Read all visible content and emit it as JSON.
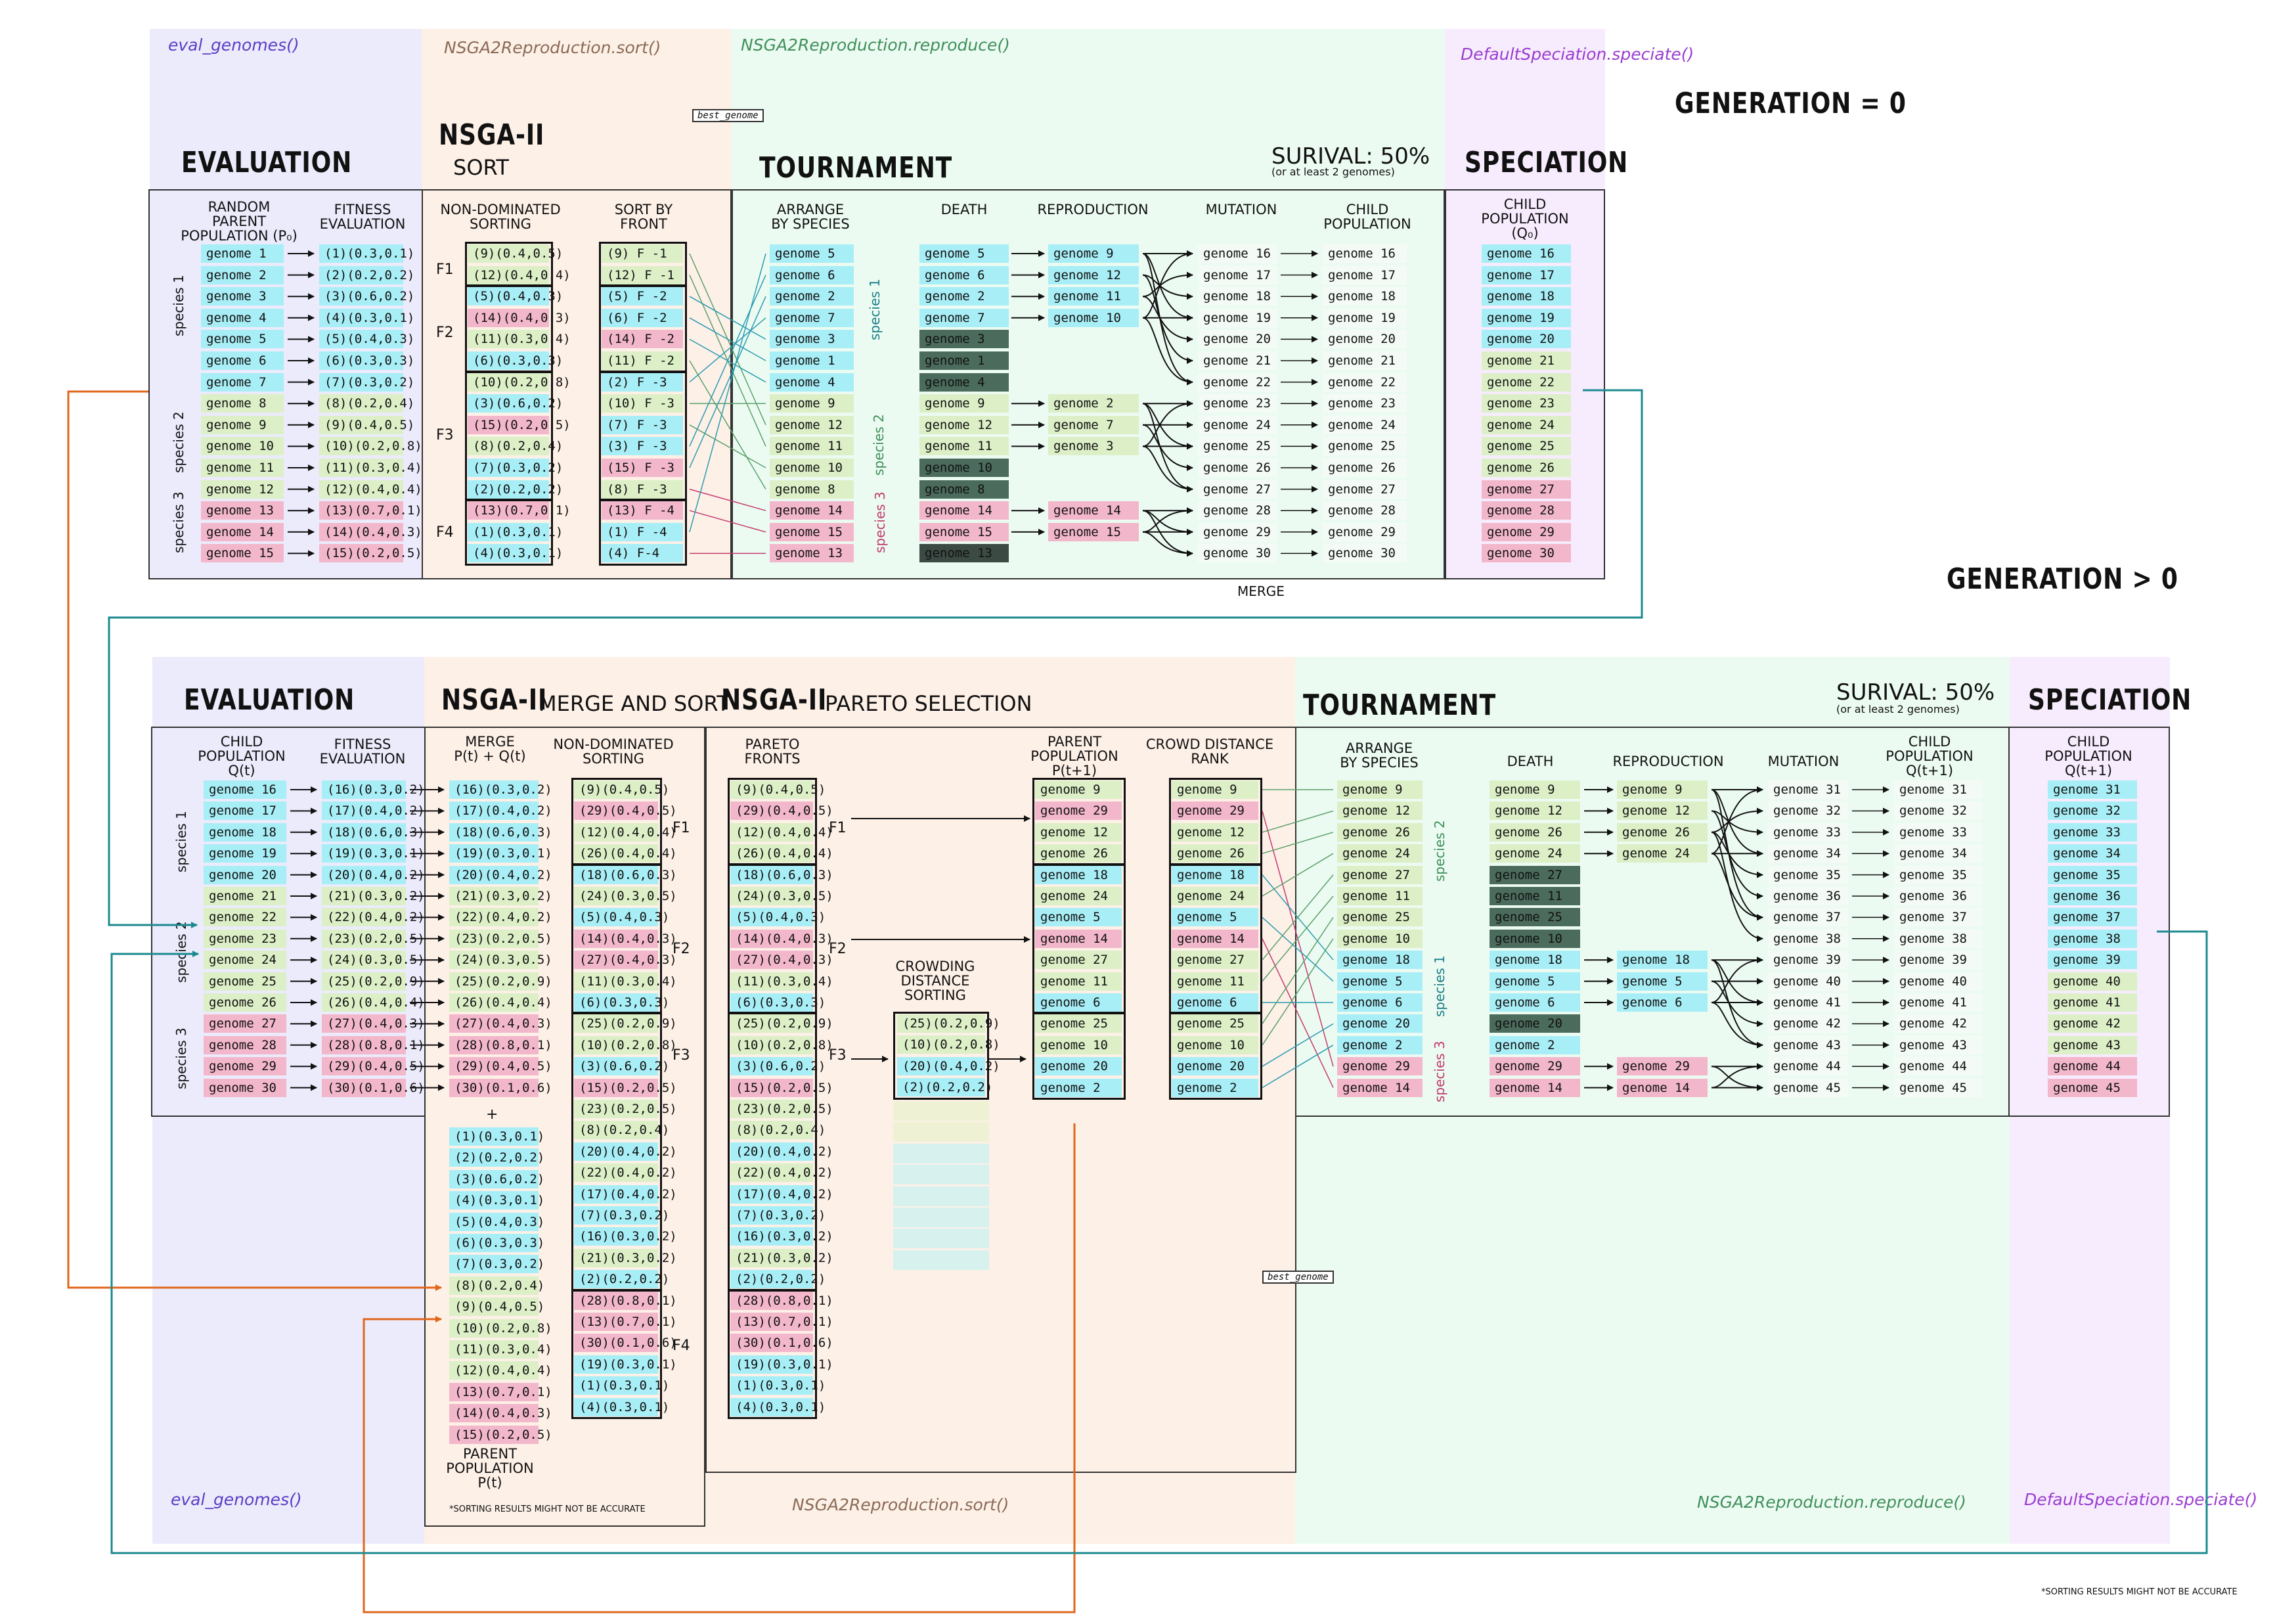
{
  "labels": {
    "gen0": "GENERATION = 0",
    "gen1": "GENERATION > 0",
    "note": "*SORTING RESULTS MIGHT NOT BE ACCURATE",
    "note2": "*SORTING RESULTS MIGHT NOT BE ACCURATE",
    "best_genome": "best_genome",
    "merge": "MERGE",
    "plus": "+",
    "nsga": "NSGA-II",
    "merge_sort": "MERGE AND SORT",
    "pareto_selection": "PARETO SELECTION"
  },
  "top": {
    "fn": [
      "eval_genomes()",
      "NSGA2Reproduction.sort()",
      "NSGA2Reproduction.reproduce()",
      "DefaultSpeciation.speciate()"
    ],
    "titles": {
      "evaluation": "EVALUATION",
      "nsga": "NSGA-II",
      "sort": "SORT",
      "tournament": "TOURNAMENT",
      "speciation": "SPECIATION",
      "survival": "SURIVAL: 50%",
      "survival_sub": "(or at least 2 genomes)"
    },
    "headers": [
      "RANDOM\nPARENT\nPOPULATION (P₀)",
      "FITNESS\nEVALUATION",
      "NON-DOMINATED\nSORTING",
      "SORT BY\nFRONT",
      "ARRANGE\nBY SPECIES",
      "DEATH",
      "REPRODUCTION",
      "MUTATION",
      "CHILD\nPOPULATION",
      "CHILD\nPOPULATION\n(Q₀)"
    ],
    "species": [
      "species 1",
      "species 2",
      "species 3"
    ],
    "tourn_species": [
      "species 1",
      "species 2",
      "species 3"
    ],
    "fronts": [
      "F1",
      "F2",
      "F3",
      "F4"
    ],
    "pop": [
      "genome 1",
      "genome 2",
      "genome 3",
      "genome 4",
      "genome 5",
      "genome 6",
      "genome 7",
      "genome 8",
      "genome 9",
      "genome 10",
      "genome 11",
      "genome 12",
      "genome 13",
      "genome 14",
      "genome 15"
    ],
    "fit": [
      "(1)(0.3,0.1)",
      "(2)(0.2,0.2)",
      "(3)(0.6,0.2)",
      "(4)(0.3,0.1)",
      "(5)(0.4,0.3)",
      "(6)(0.3,0.3)",
      "(7)(0.3,0.2)",
      "(8)(0.2,0.4)",
      "(9)(0.4,0.5)",
      "(10)(0.2,0.8)",
      "(11)(0.3,0.4)",
      "(12)(0.4,0.4)",
      "(13)(0.7,0.1)",
      "(14)(0.4,0.3)",
      "(15)(0.2,0.5)"
    ],
    "nds": [
      "(9)(0.4,0.5)",
      "(12)(0.4,0.4)",
      "(5)(0.4,0.3)",
      "(14)(0.4,0.3)",
      "(11)(0.3,0.4)",
      "(6)(0.3,0.3)",
      "(10)(0.2,0.8)",
      "(3)(0.6,0.2)",
      "(15)(0.2,0.5)",
      "(8)(0.2,0.4)",
      "(7)(0.3,0.2)",
      "(2)(0.2,0.2)",
      "(13)(0.7,0.1)",
      "(1)(0.3,0.1)",
      "(4)(0.3,0.1)"
    ],
    "sbf": [
      "(9) F -1",
      "(12) F -1",
      "(5) F -2",
      "(6) F -2",
      "(14) F -2",
      "(11) F -2",
      "(2) F -3",
      "(10) F -3",
      "(7) F -3",
      "(3) F -3",
      "(15) F -3",
      "(8) F -3",
      "(13) F -4",
      "(1) F -4",
      "(4) F-4"
    ],
    "arrange": [
      "genome 5",
      "genome 6",
      "genome 2",
      "genome 7",
      "genome 3",
      "genome 1",
      "genome 4",
      "genome 9",
      "genome 12",
      "genome 11",
      "genome 10",
      "genome 8",
      "genome 14",
      "genome 15",
      "genome 13"
    ],
    "death": [
      "genome 5",
      "genome 6",
      "genome 2",
      "genome 7",
      "genome 3",
      "genome 1",
      "genome 4",
      "genome 9",
      "genome 12",
      "genome 11",
      "genome 10",
      "genome 8",
      "genome 14",
      "genome 15",
      "genome 13"
    ],
    "repro": [
      "genome 9",
      "genome 12",
      "genome 11",
      "genome 10",
      "genome 2",
      "genome 7",
      "genome 3",
      "genome 14",
      "genome 15"
    ],
    "mutation": [
      "genome 16",
      "genome 17",
      "genome 18",
      "genome 19",
      "genome 20",
      "genome 21",
      "genome 22",
      "genome 23",
      "genome 24",
      "genome 25",
      "genome 26",
      "genome 27",
      "genome 28",
      "genome 29",
      "genome 30"
    ],
    "child": [
      "genome 16",
      "genome 17",
      "genome 18",
      "genome 19",
      "genome 20",
      "genome 21",
      "genome 22",
      "genome 23",
      "genome 24",
      "genome 25",
      "genome 26",
      "genome 27",
      "genome 28",
      "genome 29",
      "genome 30"
    ],
    "spec": [
      "genome 16",
      "genome 17",
      "genome 18",
      "genome 19",
      "genome 20",
      "genome 21",
      "genome 22",
      "genome 23",
      "genome 24",
      "genome 25",
      "genome 26",
      "genome 27",
      "genome 28",
      "genome 29",
      "genome 30"
    ]
  },
  "bottom": {
    "fn": [
      "eval_genomes()",
      "NSGA2Reproduction.sort()",
      "NSGA2Reproduction.reproduce()",
      "DefaultSpeciation.speciate()"
    ],
    "titles": {
      "evaluation": "EVALUATION",
      "tournament": "TOURNAMENT",
      "speciation": "SPECIATION",
      "survival": "SURIVAL: 50%",
      "survival_sub": "(or at least 2 genomes)"
    },
    "headers": [
      "CHILD\nPOPULATION\nQ(t)",
      "FITNESS\nEVALUATION",
      "MERGE\nP(t) + Q(t)",
      "NON-DOMINATED\nSORTING",
      "PARETO\nFRONTS",
      "PARENT\nPOPULATION\nP(t+1)",
      "CROWD DISTANCE\nRANK",
      "CROWDING\nDISTANCE\nSORTING",
      "ARRANGE\nBY SPECIES",
      "DEATH",
      "REPRODUCTION",
      "MUTATION",
      "CHILD\nPOPULATION\nQ(t+1)",
      "CHILD\nPOPULATION\nQ(t+1)",
      "PARENT\nPOPULATION\nP(t)"
    ],
    "species": [
      "species 1",
      "species 2",
      "species 3"
    ],
    "tourn_species": [
      "species 2",
      "species 1",
      "species 3"
    ],
    "fronts": [
      "F1",
      "F2",
      "F3",
      "F4"
    ],
    "pop": [
      "genome 16",
      "genome 17",
      "genome 18",
      "genome 19",
      "genome 20",
      "genome 21",
      "genome 22",
      "genome 23",
      "genome 24",
      "genome 25",
      "genome 26",
      "genome 27",
      "genome 28",
      "genome 29",
      "genome 30"
    ],
    "fit": [
      "(16)(0.3,0.2)",
      "(17)(0.4,0.2)",
      "(18)(0.6,0.3)",
      "(19)(0.3,0.1)",
      "(20)(0.4,0.2)",
      "(21)(0.3,0.2)",
      "(22)(0.4,0.2)",
      "(23)(0.2,0.5)",
      "(24)(0.3,0.5)",
      "(25)(0.2,0.9)",
      "(26)(0.4,0.4)",
      "(27)(0.4,0.3)",
      "(28)(0.8,0.1)",
      "(29)(0.4,0.5)",
      "(30)(0.1,0.6)"
    ],
    "merge_q": [
      "(16)(0.3,0.2)",
      "(17)(0.4,0.2)",
      "(18)(0.6,0.3)",
      "(19)(0.3,0.1)",
      "(20)(0.4,0.2)",
      "(21)(0.3,0.2)",
      "(22)(0.4,0.2)",
      "(23)(0.2,0.5)",
      "(24)(0.3,0.5)",
      "(25)(0.2,0.9)",
      "(26)(0.4,0.4)",
      "(27)(0.4,0.3)",
      "(28)(0.8,0.1)",
      "(29)(0.4,0.5)",
      "(30)(0.1,0.6)"
    ],
    "merge_p": [
      "(1)(0.3,0.1)",
      "(2)(0.2,0.2)",
      "(3)(0.6,0.2)",
      "(4)(0.3,0.1)",
      "(5)(0.4,0.3)",
      "(6)(0.3,0.3)",
      "(7)(0.3,0.2)",
      "(8)(0.2,0.4)",
      "(9)(0.4,0.5)",
      "(10)(0.2,0.8)",
      "(11)(0.3,0.4)",
      "(12)(0.4,0.4)",
      "(13)(0.7,0.1)",
      "(14)(0.4,0.3)",
      "(15)(0.2,0.5)"
    ],
    "nds": [
      "(9)(0.4,0.5)",
      "(29)(0.4,0.5)",
      "(12)(0.4,0.4)",
      "(26)(0.4,0.4)",
      "(18)(0.6,0.3)",
      "(24)(0.3,0.5)",
      "(5)(0.4,0.3)",
      "(14)(0.4,0.3)",
      "(27)(0.4,0.3)",
      "(11)(0.3,0.4)",
      "(6)(0.3,0.3)",
      "(25)(0.2,0.9)",
      "(10)(0.2,0.8)",
      "(3)(0.6,0.2)",
      "(15)(0.2,0.5)",
      "(23)(0.2,0.5)",
      "(8)(0.2,0.4)",
      "(20)(0.4,0.2)",
      "(22)(0.4,0.2)",
      "(17)(0.4,0.2)",
      "(7)(0.3,0.2)",
      "(16)(0.3,0.2)",
      "(21)(0.3,0.2)",
      "(2)(0.2,0.2)",
      "(28)(0.8,0.1)",
      "(13)(0.7,0.1)",
      "(30)(0.1,0.6)",
      "(19)(0.3,0.1)",
      "(1)(0.3,0.1)",
      "(4)(0.3,0.1)"
    ],
    "pareto": [
      "(9)(0.4,0.5)",
      "(29)(0.4,0.5)",
      "(12)(0.4,0.4)",
      "(26)(0.4,0.4)",
      "(18)(0.6,0.3)",
      "(24)(0.3,0.5)",
      "(5)(0.4,0.3)",
      "(14)(0.4,0.3)",
      "(27)(0.4,0.3)",
      "(11)(0.3,0.4)",
      "(6)(0.3,0.3)",
      "(25)(0.2,0.9)",
      "(10)(0.2,0.8)",
      "(3)(0.6,0.2)",
      "(15)(0.2,0.5)",
      "(23)(0.2,0.5)",
      "(8)(0.2,0.4)",
      "(20)(0.4,0.2)",
      "(22)(0.4,0.2)",
      "(17)(0.4,0.2)",
      "(7)(0.3,0.2)",
      "(16)(0.3,0.2)",
      "(21)(0.3,0.2)",
      "(2)(0.2,0.2)",
      "(28)(0.8,0.1)",
      "(13)(0.7,0.1)",
      "(30)(0.1,0.6)",
      "(19)(0.3,0.1)",
      "(1)(0.3,0.1)",
      "(4)(0.3,0.1)"
    ],
    "crowd": [
      "(25)(0.2,0.9)",
      "(10)(0.2,0.8)",
      "(20)(0.4,0.2)",
      "(2)(0.2,0.2)"
    ],
    "parent": [
      "genome 9",
      "genome 29",
      "genome 12",
      "genome 26",
      "genome 18",
      "genome 24",
      "genome 5",
      "genome 14",
      "genome 27",
      "genome 11",
      "genome 6",
      "genome 25",
      "genome 10",
      "genome 20",
      "genome 2"
    ],
    "rank": [
      "genome 9",
      "genome 29",
      "genome 12",
      "genome 26",
      "genome 18",
      "genome 24",
      "genome 5",
      "genome 14",
      "genome 27",
      "genome 11",
      "genome 6",
      "genome 25",
      "genome 10",
      "genome 20",
      "genome 2"
    ],
    "arrange": [
      "genome 9",
      "genome 12",
      "genome 26",
      "genome 24",
      "genome 27",
      "genome 11",
      "genome 25",
      "genome 10",
      "genome 18",
      "genome 5",
      "genome 6",
      "genome 20",
      "genome 2",
      "genome 29",
      "genome 14"
    ],
    "death": [
      "genome 9",
      "genome 12",
      "genome 26",
      "genome 24",
      "genome 27",
      "genome 11",
      "genome 25",
      "genome 10",
      "genome 18",
      "genome 5",
      "genome 6",
      "genome 20",
      "genome 2",
      "genome 29",
      "genome 14"
    ],
    "repro": [
      "genome 9",
      "genome 12",
      "genome 26",
      "genome 24",
      "genome 18",
      "genome 5",
      "genome 6",
      "genome 29",
      "genome 14"
    ],
    "mutation": [
      "genome 31",
      "genome 32",
      "genome 33",
      "genome 34",
      "genome 35",
      "genome 36",
      "genome 37",
      "genome 38",
      "genome 39",
      "genome 40",
      "genome 41",
      "genome 42",
      "genome 43",
      "genome 44",
      "genome 45"
    ],
    "child": [
      "genome 31",
      "genome 32",
      "genome 33",
      "genome 34",
      "genome 35",
      "genome 36",
      "genome 37",
      "genome 38",
      "genome 39",
      "genome 40",
      "genome 41",
      "genome 42",
      "genome 43",
      "genome 44",
      "genome 45"
    ],
    "spec": [
      "genome 31",
      "genome 32",
      "genome 33",
      "genome 34",
      "genome 35",
      "genome 36",
      "genome 37",
      "genome 38",
      "genome 39",
      "genome 40",
      "genome 41",
      "genome 42",
      "genome 43",
      "genome 44",
      "genome 45"
    ]
  },
  "colors": {
    "cyan": "#a8eef6",
    "green": "#dcefc6",
    "pink": "#f3b7cb",
    "dark": "#4b6b5d",
    "darker": "#3c4a44",
    "eval_bg": "#ebebfc",
    "sort_bg": "#fdf0e7",
    "tourn_bg": "#ecfbf2",
    "spec_bg": "#f7ecfd",
    "orange": "#e0661c",
    "teal": "#1b8a8f"
  }
}
